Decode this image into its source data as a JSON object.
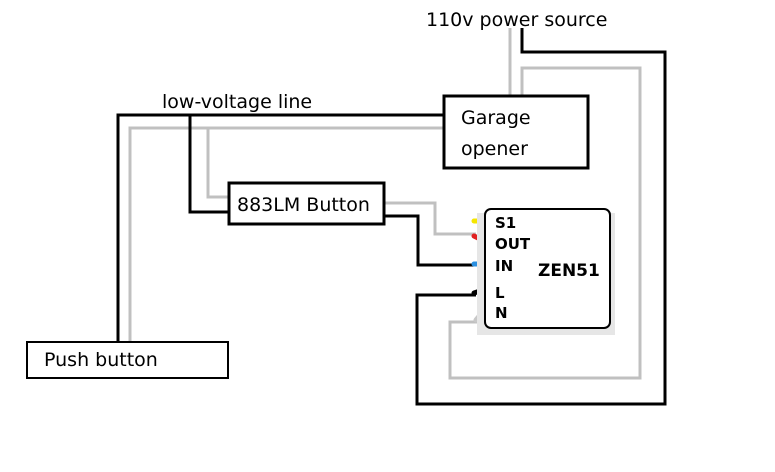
{
  "labels": {
    "power_source": "110v power source",
    "low_voltage": "low-voltage line"
  },
  "devices": {
    "garage_opener": {
      "line1": "Garage",
      "line2": "opener"
    },
    "button_883lm": "883LM Button",
    "push_button": "Push button",
    "zen51": {
      "name": "ZEN51",
      "pins": {
        "s1": "S1",
        "out": "OUT",
        "in": "IN",
        "l": "L",
        "n": "N"
      }
    }
  },
  "colors": {
    "black_wire": "#000000",
    "gray_wire": "#c0c0c0",
    "s1_lead": "#f5e600",
    "out_lead": "#e02020",
    "in_lead": "#2a8fe0",
    "l_lead": "#000000",
    "n_lead": "#c8c8c8"
  }
}
